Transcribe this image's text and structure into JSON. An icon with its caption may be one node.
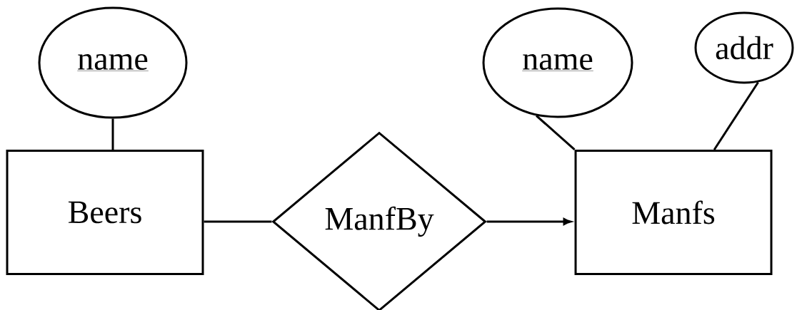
{
  "diagram": {
    "nodes": [
      {
        "text": [
          "name"
        ]
      },
      {
        "text": [
          "name"
        ]
      },
      {
        "text": [
          "addr"
        ]
      },
      {
        "text": [
          "Beers"
        ]
      },
      {
        "text": [
          "ManfBy"
        ]
      },
      {
        "text": [
          "Manfs"
        ]
      }
    ],
    "edges": [
      {
        "from": 0,
        "to": 3,
        "arrow": "none"
      },
      {
        "from": 1,
        "to": 5,
        "arrow": "none"
      },
      {
        "from": 2,
        "to": 5,
        "arrow": "none"
      },
      {
        "from": 3,
        "to": 4,
        "arrow": "none"
      },
      {
        "from": 4,
        "to": 5,
        "arrow": "to"
      }
    ]
  }
}
